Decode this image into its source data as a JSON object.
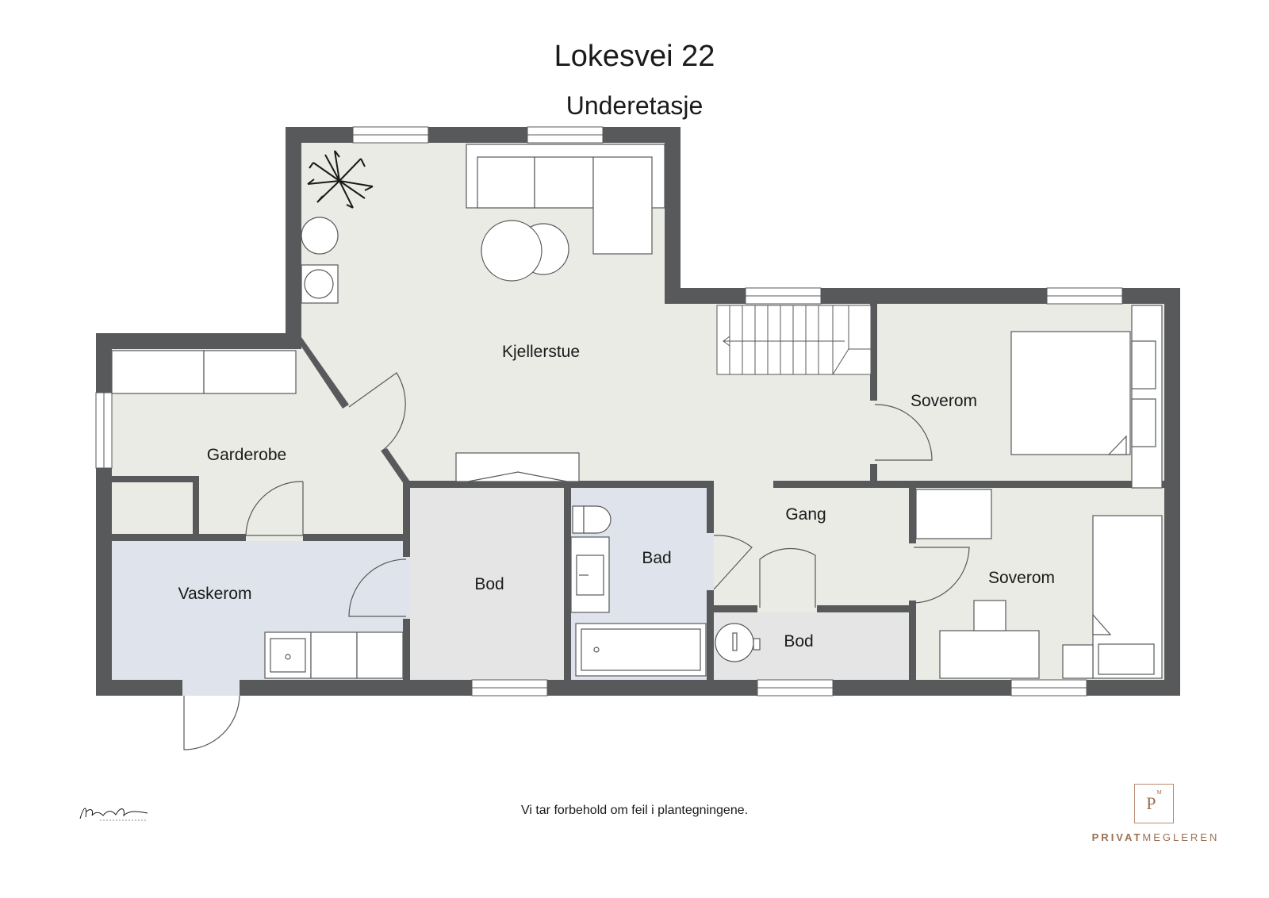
{
  "header": {
    "title": "Lokesvei 22",
    "subtitle": "Underetasje"
  },
  "rooms": [
    {
      "key": "kjellerstue",
      "label": "Kjellerstue"
    },
    {
      "key": "soverom1",
      "label": "Soverom"
    },
    {
      "key": "garderobe",
      "label": "Garderobe"
    },
    {
      "key": "gang",
      "label": "Gang"
    },
    {
      "key": "bad",
      "label": "Bad"
    },
    {
      "key": "vaskerom",
      "label": "Vaskerom"
    },
    {
      "key": "bod1",
      "label": "Bod"
    },
    {
      "key": "soverom2",
      "label": "Soverom"
    },
    {
      "key": "bod2",
      "label": "Bod"
    }
  ],
  "footer": {
    "disclaimer": "Vi tar forbehold om feil i plantegningene.",
    "brand_bold": "PRIVAT",
    "brand_rest": "MEGLEREN",
    "logo_letter": "P",
    "logo_mark": "M",
    "signature": "Kristian T. Bollerud"
  },
  "colors": {
    "wall": "#58595b",
    "floor_living": "#eaebe5",
    "floor_wet": "#dfe4ec",
    "floor_storage": "#e5e5e5",
    "brand": "#9a6f52"
  }
}
